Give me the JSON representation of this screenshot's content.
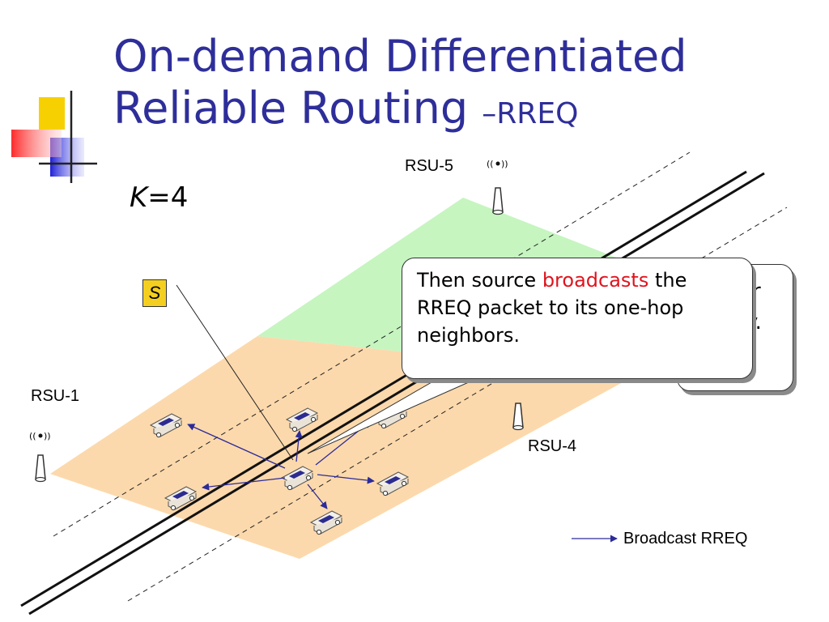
{
  "slide": {
    "title_line1": "On-demand Differentiated",
    "title_line2": "Reliable Routing",
    "title_suffix": "–RREQ",
    "k_symbol": "K",
    "k_value": "=4"
  },
  "diagram": {
    "source_label": "S",
    "rsus": [
      {
        "label": "RSU-1"
      },
      {
        "label": "RSU-4"
      },
      {
        "label": "RSU-5"
      }
    ],
    "callout_front": {
      "text_before": "Then  source ",
      "highlight": "broadcasts",
      "text_after": " the RREQ packet to its one-hop neighbors."
    },
    "callout_back": {
      "fragment1": "r",
      "fragment2": "y."
    },
    "legend": {
      "label": "Broadcast RREQ",
      "arrow_color": "#2b2b9a"
    },
    "colors": {
      "title": "#2e2e9a",
      "orange_region": "#fcd9ac",
      "green_region": "#c6f5c0",
      "arrow": "#2b2b9a",
      "highlight": "#e0141e",
      "source_box": "#f5cf20"
    }
  }
}
